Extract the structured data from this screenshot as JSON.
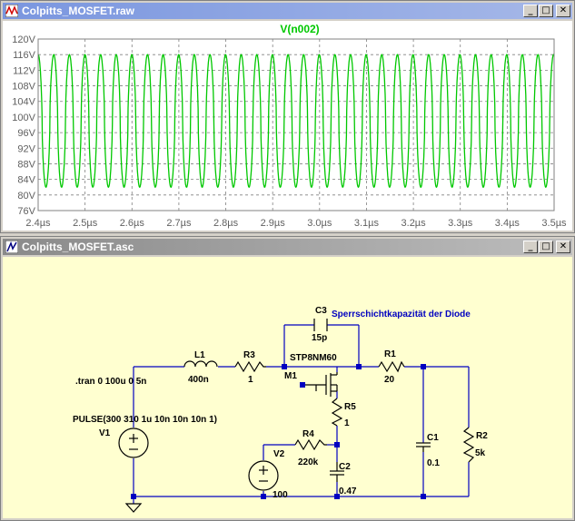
{
  "plot_window": {
    "title": "Colpitts_MOSFET.raw",
    "trace_label": "V(n002)",
    "trace_color": "#00c800",
    "y_ticks": [
      "120V",
      "116V",
      "112V",
      "108V",
      "104V",
      "100V",
      "96V",
      "92V",
      "88V",
      "84V",
      "80V",
      "76V"
    ],
    "x_ticks": [
      "2.4µs",
      "2.5µs",
      "2.6µs",
      "2.7µs",
      "2.8µs",
      "2.9µs",
      "3.0µs",
      "3.1µs",
      "3.2µs",
      "3.3µs",
      "3.4µs",
      "3.5µs"
    ],
    "buttons": {
      "minimize": "_",
      "maximize": "□",
      "close": "✕"
    }
  },
  "chart_data": {
    "type": "line",
    "title": "V(n002)",
    "xlabel": "",
    "ylabel": "",
    "xlim": [
      2.4,
      3.5
    ],
    "ylim": [
      76,
      120
    ],
    "x_unit": "µs",
    "y_unit": "V",
    "grid": true,
    "series": [
      {
        "name": "V(n002)",
        "description_min": 82,
        "description_max": 116,
        "period_us": 0.0333,
        "start_us": 2.4,
        "end_us": 3.5
      }
    ]
  },
  "schematic_window": {
    "title": "Colpitts_MOSFET.asc",
    "buttons": {
      "minimize": "_",
      "maximize": "□",
      "close": "✕"
    },
    "labels": {
      "c3_name": "C3",
      "c3_value": "15p",
      "note": "Sperrschichtkapazität der Diode",
      "l1_name": "L1",
      "l1_value": "400n",
      "r3_name": "R3",
      "r3_value": "1",
      "mosfet_part": "STP8NM60",
      "m1_name": "M1",
      "r1_name": "R1",
      "r1_value": "20",
      "tran": ".tran 0 100u 0 5n",
      "pulse": "PULSE(300 310 1u 10n 10n 10n 1)",
      "v1_name": "V1",
      "r5_name": "R5",
      "r5_value": "1",
      "r4_name": "R4",
      "r4_value": "220k",
      "v2_name": "V2",
      "v2_value": "100",
      "c2_name": "C2",
      "c2_value": "0.47",
      "c1_name": "C1",
      "c1_value": "0.1",
      "r2_name": "R2",
      "r2_value": "5k"
    }
  }
}
